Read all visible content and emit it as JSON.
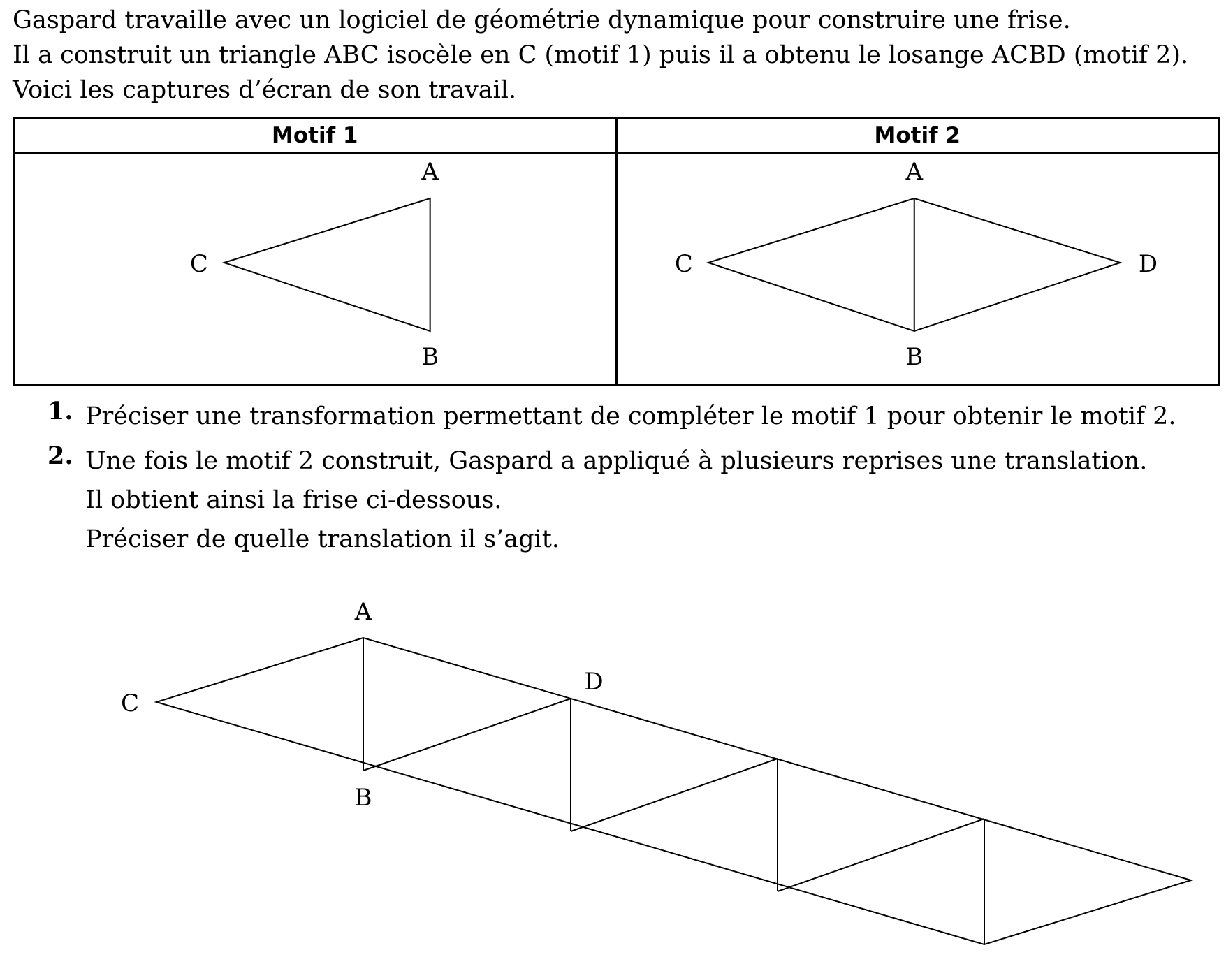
{
  "intro": {
    "line1": "Gaspard travaille avec un logiciel de géométrie dynamique pour construire une frise.",
    "line2": "Il a construit un triangle ABC isocèle en C (motif 1) puis il a obtenu le losange ACBD (motif 2).",
    "line3": "Voici les captures d’écran de son travail."
  },
  "table": {
    "header1": "Motif 1",
    "header2": "Motif 2"
  },
  "motif1": {
    "label_a": "A",
    "label_b": "B",
    "label_c": "C"
  },
  "motif2": {
    "label_a": "A",
    "label_b": "B",
    "label_c": "C",
    "label_d": "D"
  },
  "questions": [
    {
      "number": "1.",
      "lines": [
        "Préciser une transformation permettant de compléter le motif 1 pour obtenir le motif 2."
      ]
    },
    {
      "number": "2.",
      "lines": [
        "Une fois le motif 2 construit, Gaspard a appliqué à plusieurs reprises une translation.",
        "Il obtient ainsi la frise ci-dessous.",
        "Préciser de quelle translation il s’agit."
      ]
    }
  ],
  "frise": {
    "label_a": "A",
    "label_b": "B",
    "label_c": "C",
    "label_d": "D"
  }
}
